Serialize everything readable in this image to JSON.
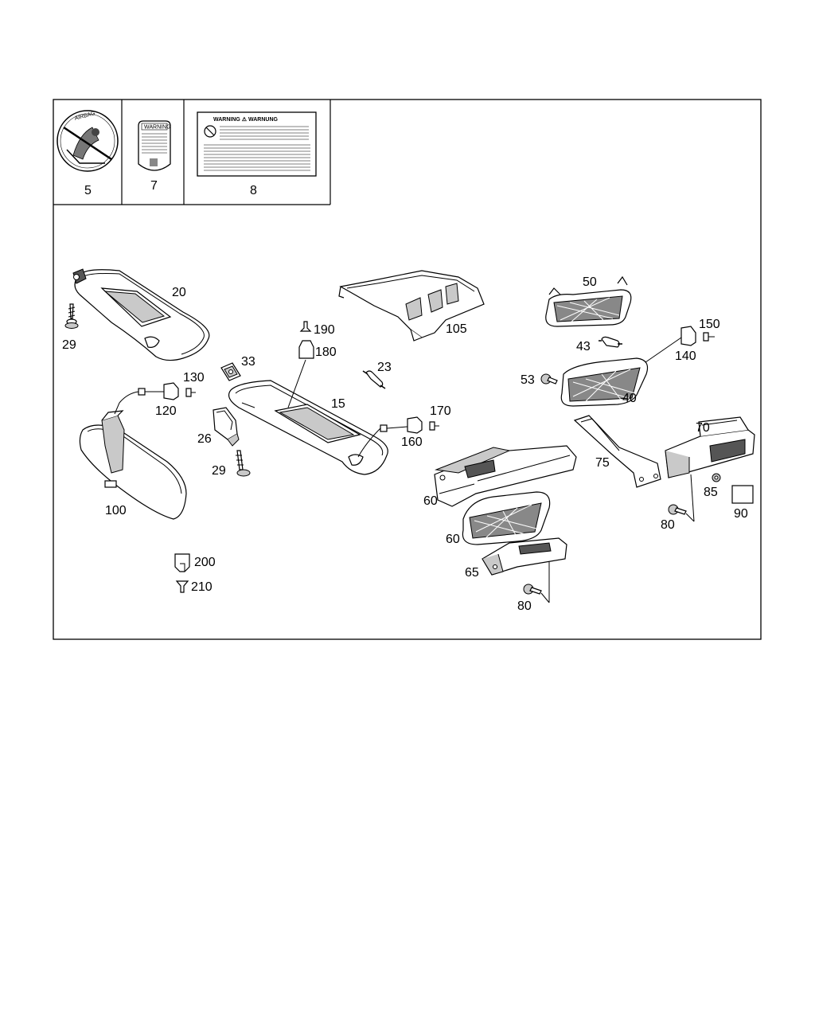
{
  "warning_labels": {
    "label_5": "5",
    "label_7": "7",
    "label_8": "8",
    "airbag_text": "AIRBAG",
    "warning_small": "WARNING",
    "warning_header": "WARNING  ⚠  WARNUNG"
  },
  "callouts": {
    "c20": "20",
    "c29a": "29",
    "c33": "33",
    "c130": "130",
    "c120": "120",
    "c26": "26",
    "c29b": "29",
    "c100": "100",
    "c200": "200",
    "c210": "210",
    "c190": "190",
    "c180": "180",
    "c23": "23",
    "c15": "15",
    "c170": "170",
    "c160": "160",
    "c105": "105",
    "c50": "50",
    "c43": "43",
    "c150": "150",
    "c140": "140",
    "c53": "53",
    "c40": "40",
    "c70": "70",
    "c75": "75",
    "c85": "85",
    "c90": "90",
    "c80a": "80",
    "c60a": "60",
    "c60b": "60",
    "c65": "65",
    "c80b": "80"
  }
}
